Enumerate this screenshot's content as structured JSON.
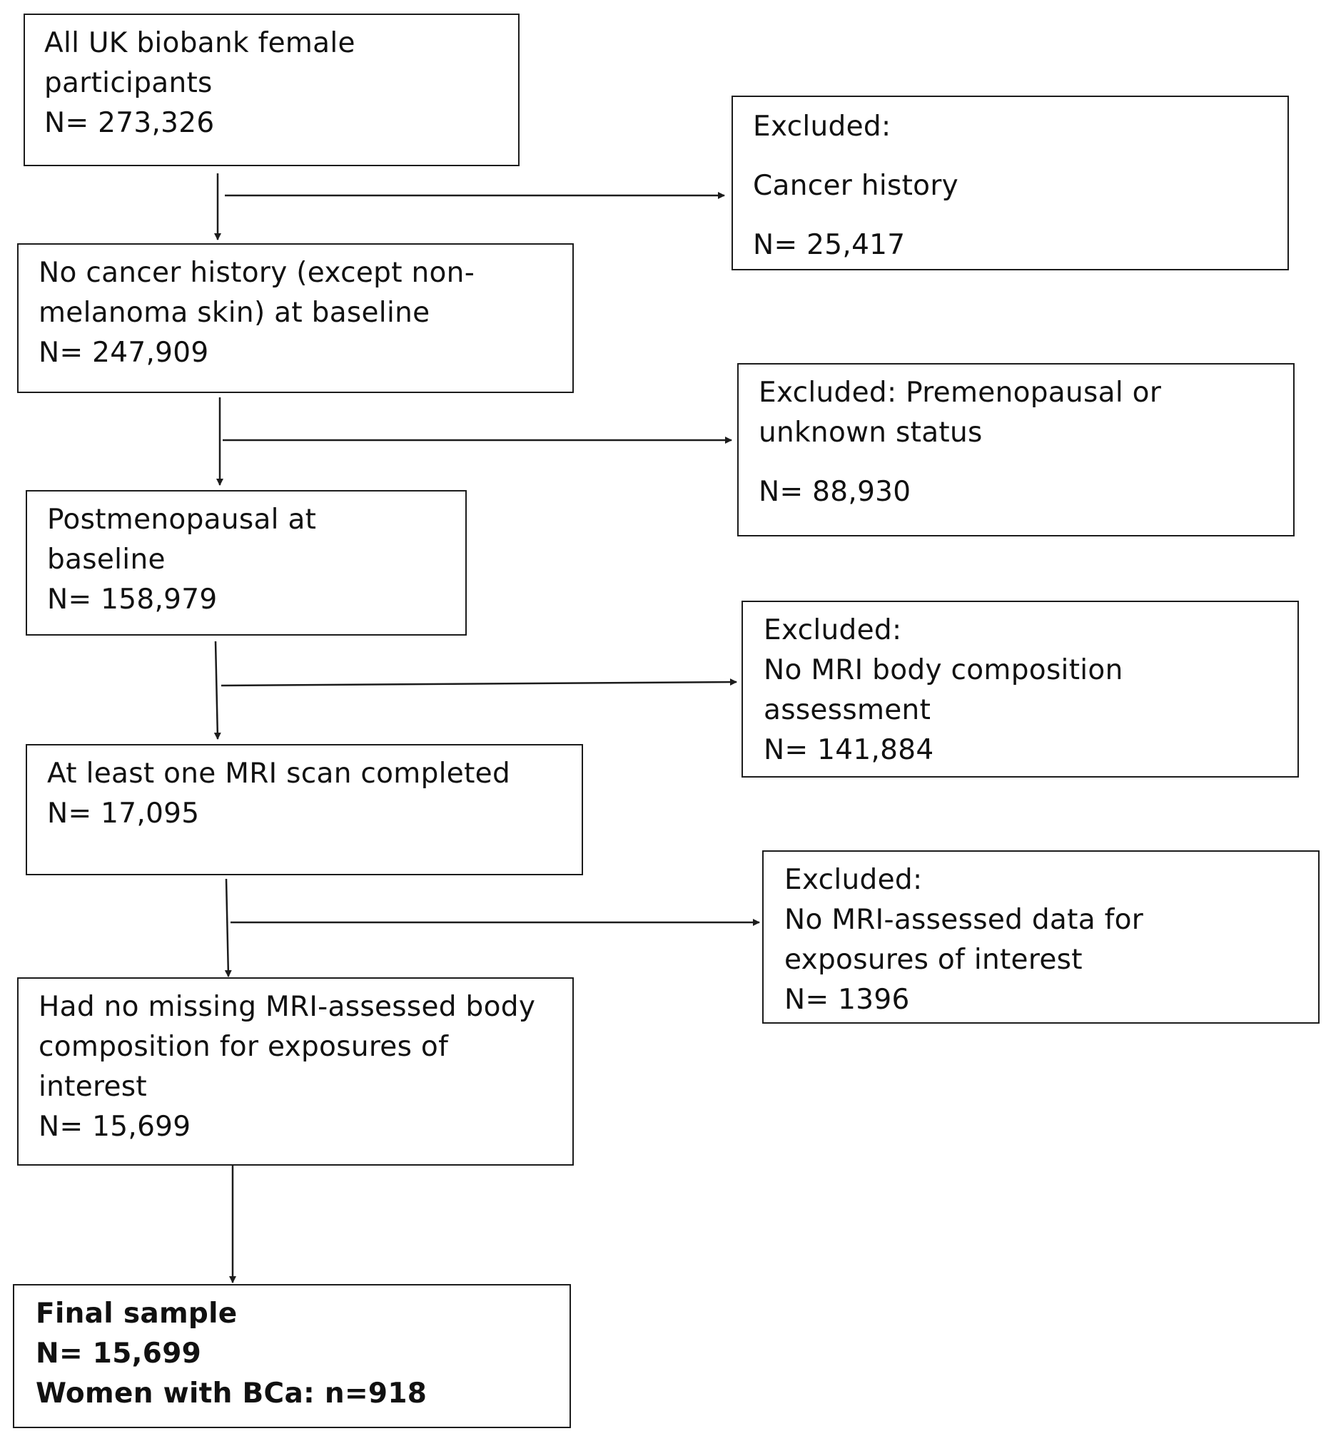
{
  "flowchart": {
    "main_steps": [
      {
        "lines": [
          "All UK biobank female",
          "participants",
          "N= 273,326"
        ]
      },
      {
        "lines": [
          "No cancer history (except non-",
          "melanoma skin) at baseline",
          "N= 247,909"
        ]
      },
      {
        "lines": [
          "Postmenopausal at",
          "baseline",
          "N= 158,979"
        ]
      },
      {
        "lines": [
          "At least one MRI scan completed",
          "N= 17,095"
        ]
      },
      {
        "lines": [
          "Had no missing MRI-assessed body",
          "composition for exposures of",
          "interest",
          "N= 15,699"
        ]
      },
      {
        "lines": [
          "Final sample",
          "N= 15,699",
          "Women with BCa: n=918"
        ]
      }
    ],
    "exclusions": [
      {
        "lines": [
          "Excluded:",
          "Cancer history",
          "N= 25,417"
        ]
      },
      {
        "lines": [
          "Excluded: Premenopausal or",
          "unknown status",
          "N= 88,930"
        ]
      },
      {
        "lines": [
          "Excluded:",
          "No MRI body composition",
          "assessment",
          "N= 141,884"
        ]
      },
      {
        "lines": [
          "Excluded:",
          "No MRI-assessed data for",
          "exposures of interest",
          "N= 1396"
        ]
      }
    ]
  }
}
